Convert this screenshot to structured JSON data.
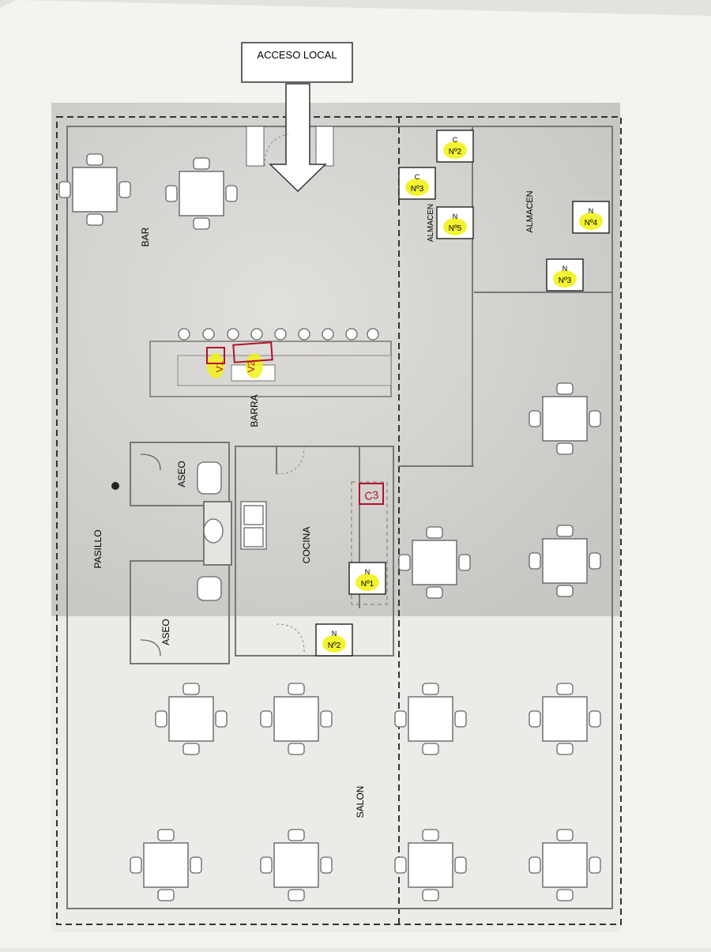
{
  "access": {
    "label": "ACCESO LOCAL"
  },
  "rooms": {
    "bar": "BAR",
    "barra": "BARRA",
    "pasillo": "PASILLO",
    "aseo_top": "ASEO",
    "aseo_bottom": "ASEO",
    "cocina": "COCINA",
    "salon": "SALON",
    "almacen_small": "ALMACEN",
    "almacen_large": "ALMACEN"
  },
  "markers": [
    {
      "id": "c3",
      "type": "C",
      "num": "Nº3"
    },
    {
      "id": "c2",
      "type": "C",
      "num": "Nº2"
    },
    {
      "id": "n5",
      "type": "N",
      "num": "Nº5"
    },
    {
      "id": "n4",
      "type": "N",
      "num": "Nº4"
    },
    {
      "id": "n3",
      "type": "N",
      "num": "Nº3"
    },
    {
      "id": "n1",
      "type": "N",
      "num": "Nº1"
    },
    {
      "id": "n2",
      "type": "N",
      "num": "Nº2"
    }
  ],
  "handwritten": {
    "v1": "V1",
    "v2": "V2",
    "c3": "C3"
  },
  "colors": {
    "paper": "#f4f3f0",
    "plan_shade": "#cfcdc9",
    "line": "#555555",
    "highlight": "#f2f21a",
    "red_ink": "#b0122a"
  }
}
